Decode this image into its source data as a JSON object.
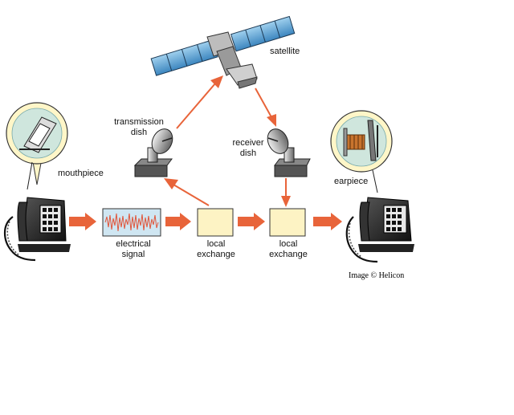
{
  "labels": {
    "satellite": "satellite",
    "transmission_dish": [
      "transmission",
      "dish"
    ],
    "receiver_dish": [
      "receiver",
      "dish"
    ],
    "mouthpiece": "mouthpiece",
    "earpiece": "earpiece",
    "electrical_signal": [
      "electrical",
      "signal"
    ],
    "local_exchange_1": [
      "local",
      "exchange"
    ],
    "local_exchange_2": [
      "local",
      "exchange"
    ]
  },
  "credit": "Image © Helicon",
  "colors": {
    "arrow": "#e8643a",
    "exchange_fill": "#fdf3c4",
    "signal_fill": "#cfe6f2",
    "signal_wave": "#e0553a",
    "bubble_fill": "#cfe6dd",
    "phone_body": "#2a2a2a",
    "panel_blue": "#5aa8d8"
  }
}
